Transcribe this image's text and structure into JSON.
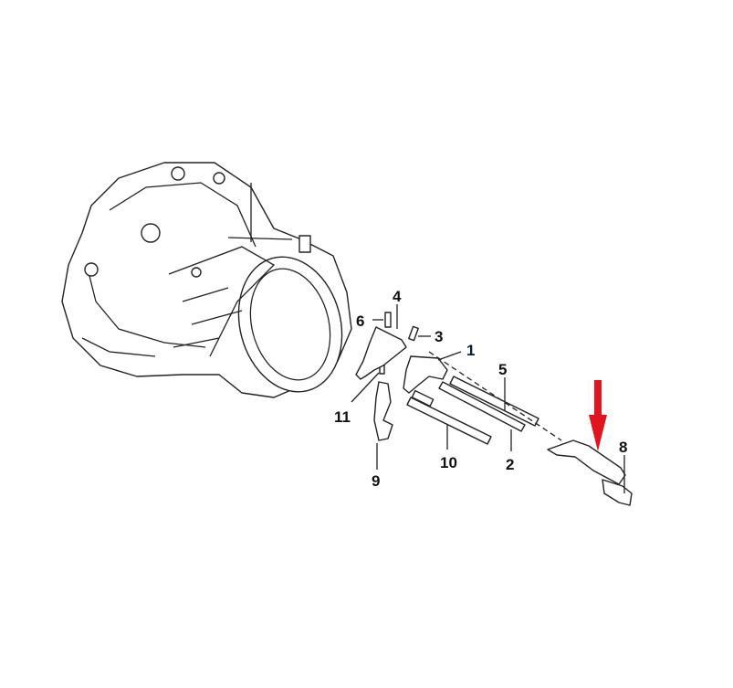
{
  "diagram": {
    "labels": [
      {
        "id": "1",
        "text": "1"
      },
      {
        "id": "2",
        "text": "2"
      },
      {
        "id": "3",
        "text": "3"
      },
      {
        "id": "4",
        "text": "4"
      },
      {
        "id": "5",
        "text": "5"
      },
      {
        "id": "6",
        "text": "6"
      },
      {
        "id": "8",
        "text": "8"
      },
      {
        "id": "9",
        "text": "9"
      },
      {
        "id": "10",
        "text": "10"
      },
      {
        "id": "11",
        "text": "11"
      }
    ],
    "colors": {
      "arrow": "#e0151f",
      "label1": "#0d1a3a",
      "ink": "#222222"
    },
    "icons": {
      "pointer": "down-arrow-icon"
    }
  }
}
